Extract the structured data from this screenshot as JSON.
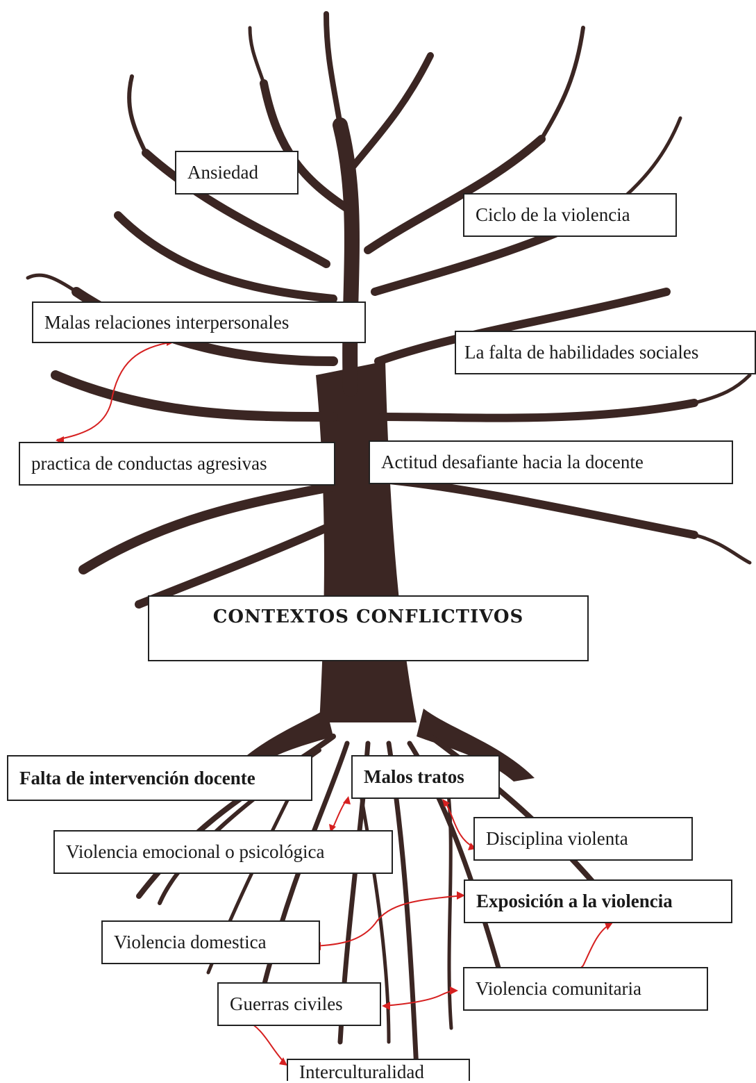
{
  "branches": {
    "ansiedad": "Ansiedad",
    "ciclo": "Ciclo de la violencia",
    "malas_relaciones": "Malas relaciones interpersonales",
    "habilidades": "La falta de habilidades sociales",
    "conductas": "practica de conductas agresivas",
    "actitud": "Actitud desafiante hacia la docente"
  },
  "center": {
    "title": "CONTEXTOS CONFLICTIVOS"
  },
  "roots": {
    "falta_intervencion": "Falta de intervención docente",
    "malos_tratos": "Malos tratos",
    "violencia_emocional": "Violencia emocional o psicológica",
    "disciplina": "Disciplina violenta",
    "exposicion": "Exposición a la violencia",
    "domestica": "Violencia domestica",
    "comunitaria": "Violencia comunitaria",
    "guerras": "Guerras civiles",
    "interculturalidad": "Interculturalidad"
  },
  "colors": {
    "tree": "#3b2623",
    "arrow": "#d62020",
    "box_border": "#222222"
  }
}
